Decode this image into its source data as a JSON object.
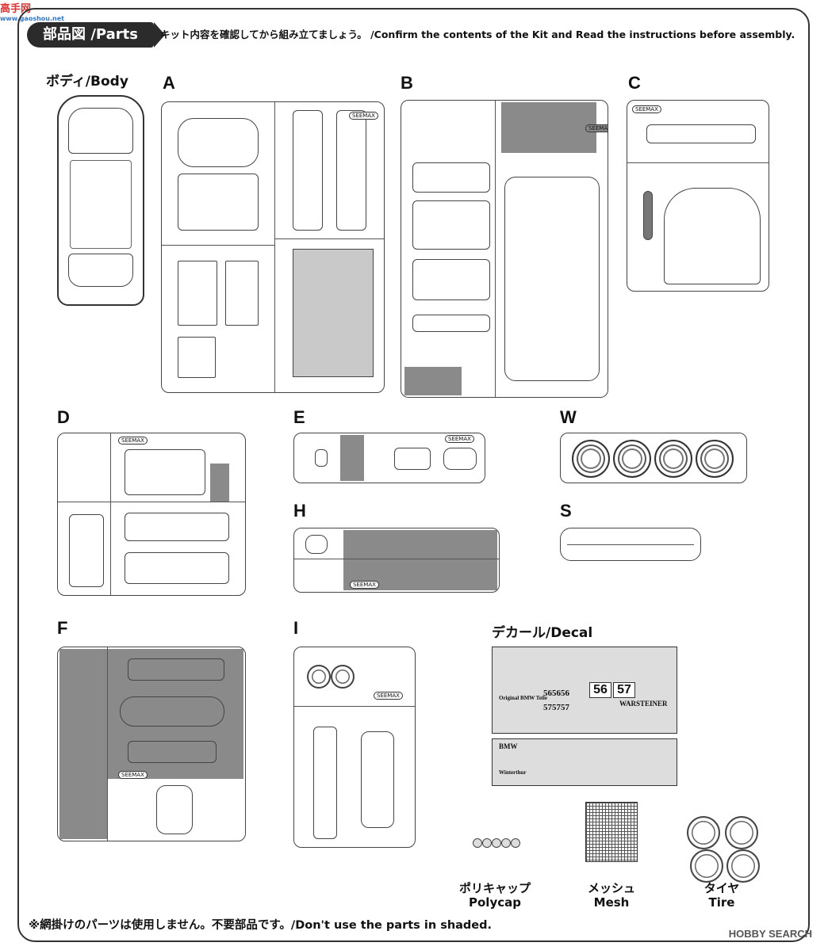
{
  "watermark_top": {
    "brand": "高手网",
    "domain": "www.gaoshou.net"
  },
  "watermark_bottom": "HOBBY SEARCH",
  "header": {
    "title": "部品図 /Parts",
    "instruction": "キット内容を確認してから組み立てましょう。 /Confirm the contents of the Kit and Read the instructions before assembly."
  },
  "sections": {
    "body": "ボディ/Body",
    "A": "A",
    "B": "B",
    "C": "C",
    "D": "D",
    "E": "E",
    "W": "W",
    "H": "H",
    "S": "S",
    "F": "F",
    "I": "I",
    "decal": "デカール/Decal"
  },
  "logos": {
    "seemax": "SEEMAX"
  },
  "decal": {
    "numbers_a": "56",
    "numbers_b": "57",
    "line1": "565656",
    "line2": "575757",
    "brand1": "WARSTEINER",
    "brand2": "Original BMW Teile",
    "brand3": "BMW",
    "brand4": "Winterthur"
  },
  "accessories": {
    "polycap_jp": "ポリキャップ",
    "polycap_en": "Polycap",
    "mesh_jp": "メッシュ",
    "mesh_en": "Mesh",
    "tire_jp": "タイヤ",
    "tire_en": "Tire"
  },
  "footer_note": "※網掛けのパーツは使用しません。不要部品です。/Don't use the parts in shaded."
}
